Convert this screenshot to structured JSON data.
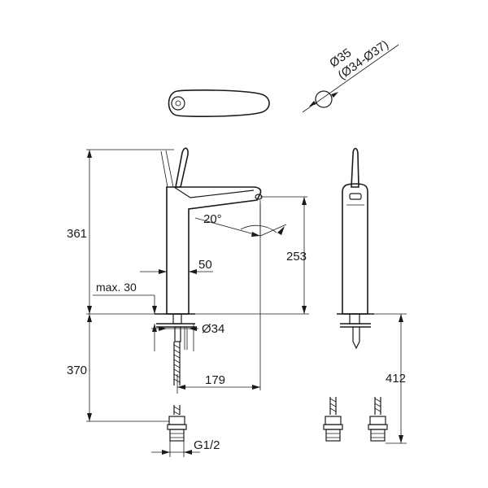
{
  "dimensions": {
    "total_height": "361",
    "spout_height": "253",
    "spout_angle": "20°",
    "body_width": "50",
    "max_thickness": "max. 30",
    "hole_diameter": "Ø34",
    "reach": "179",
    "hose_length": "370",
    "supply_length": "412",
    "thread": "G1/2",
    "top_diameter": "Ø35",
    "top_diameter_range": "(Ø34-Ø37)"
  }
}
